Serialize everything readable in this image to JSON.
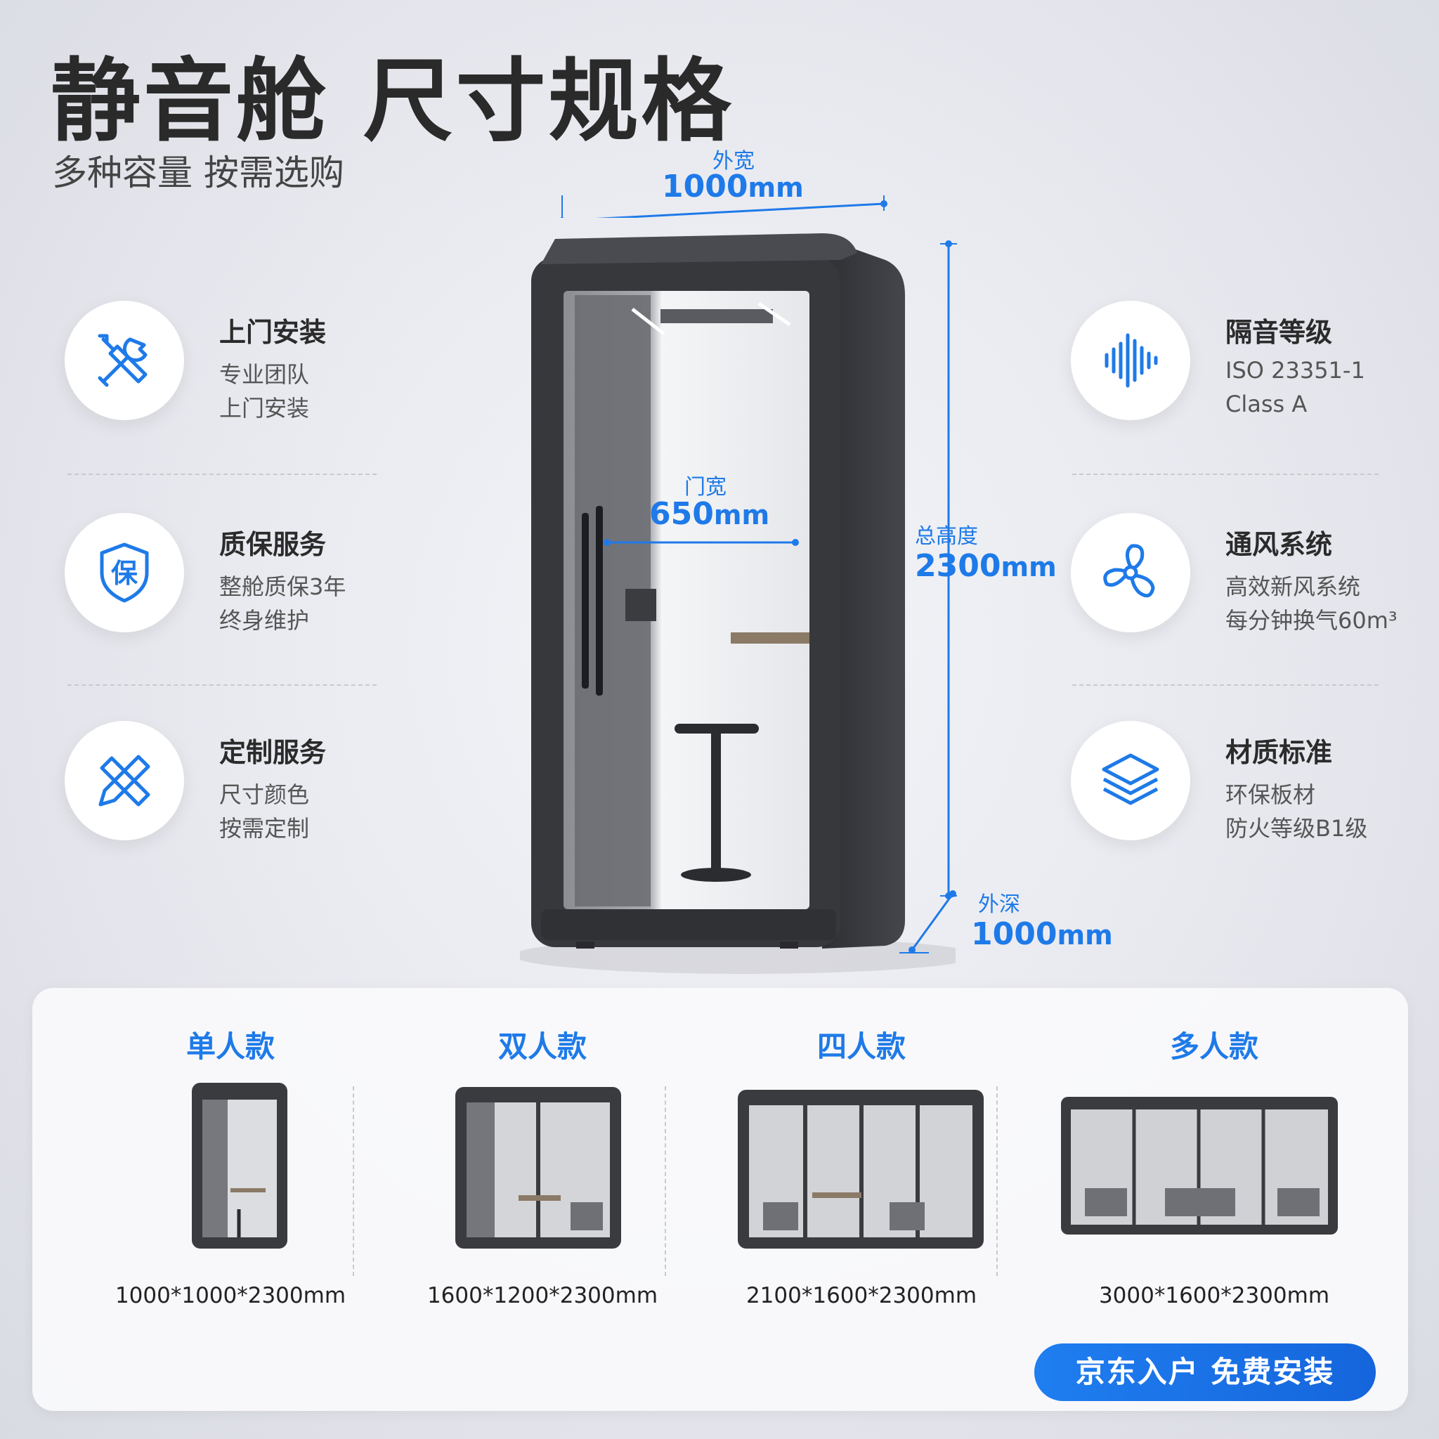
{
  "header": {
    "title": "静音舱 尺寸规格",
    "subtitle": "多种容量 按需选购"
  },
  "dimensions": {
    "outer_width": {
      "label": "外宽",
      "value": "1000",
      "unit": "mm"
    },
    "door_width": {
      "label": "门宽",
      "value": "650",
      "unit": "mm"
    },
    "total_height": {
      "label": "总高度",
      "value": "2300",
      "unit": "mm"
    },
    "outer_depth": {
      "label": "外深",
      "value": "1000",
      "unit": "mm"
    }
  },
  "features_left": [
    {
      "icon": "tools-icon",
      "title": "上门安装",
      "line1": "专业团队",
      "line2": "上门安装"
    },
    {
      "icon": "shield-icon",
      "title": "质保服务",
      "line1": "整舱质保3年",
      "line2": "终身维护",
      "glyph": "保"
    },
    {
      "icon": "ruler-pencil-icon",
      "title": "定制服务",
      "line1": "尺寸颜色",
      "line2": "按需定制"
    }
  ],
  "features_right": [
    {
      "icon": "soundwave-icon",
      "title": "隔音等级",
      "line1": "ISO 23351-1",
      "line2": "Class A"
    },
    {
      "icon": "fan-icon",
      "title": "通风系统",
      "line1": "高效新风系统",
      "line2": "每分钟换气60m³"
    },
    {
      "icon": "layers-icon",
      "title": "材质标准",
      "line1": "环保板材",
      "line2": "防火等级B1级"
    }
  ],
  "models": [
    {
      "name": "单人款",
      "size": "1000*1000*2300mm"
    },
    {
      "name": "双人款",
      "size": "1600*1200*2300mm"
    },
    {
      "name": "四人款",
      "size": "2100*1600*2300mm"
    },
    {
      "name": "多人款",
      "size": "3000*1600*2300mm"
    }
  ],
  "cta": {
    "label": "京东入户 免费安装"
  },
  "colors": {
    "accent": "#1e7ae8",
    "pod_frame": "#3a3b3f",
    "text_dark": "#2b2b2b"
  }
}
